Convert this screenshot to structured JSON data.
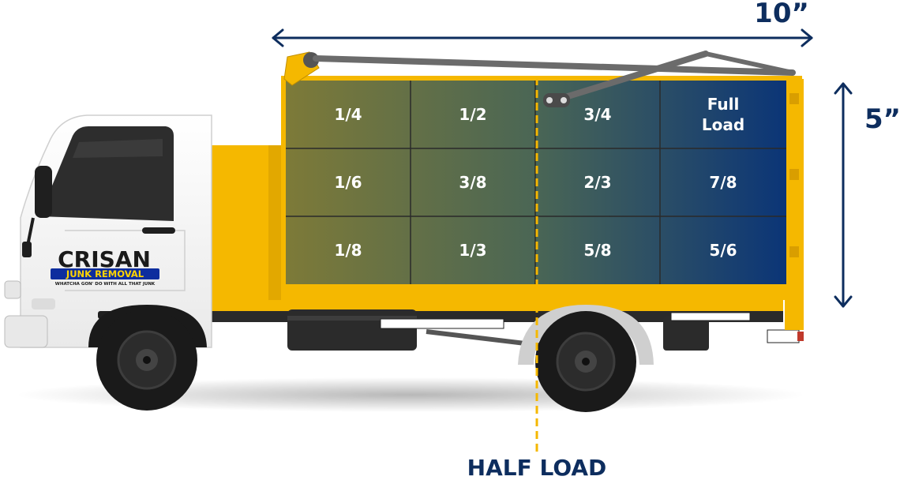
{
  "dimensions": {
    "length": "10”",
    "height": "5”"
  },
  "half_load_label": "HALF LOAD",
  "logo": {
    "name": "CRISAN",
    "band": "JUNK REMOVAL",
    "tagline": "WHATCHA GON' DO WITH ALL THAT JUNK"
  },
  "load_grid": {
    "rows": [
      [
        [
          "1/4"
        ],
        [
          "1/2"
        ],
        [
          "3/4"
        ],
        [
          "Full",
          "Load"
        ]
      ],
      [
        [
          "1/6"
        ],
        [
          "3/8"
        ],
        [
          "2/3"
        ],
        [
          "7/8"
        ]
      ],
      [
        [
          "1/8"
        ],
        [
          "1/3"
        ],
        [
          "5/8"
        ],
        [
          "5/6"
        ]
      ]
    ]
  },
  "colors": {
    "dimension_navy": "#0d2d5e",
    "truck_yellow": "#f5b800",
    "grid_start": "#7d7a38",
    "grid_end": "#0b3577",
    "half_line": "#f5b800"
  }
}
